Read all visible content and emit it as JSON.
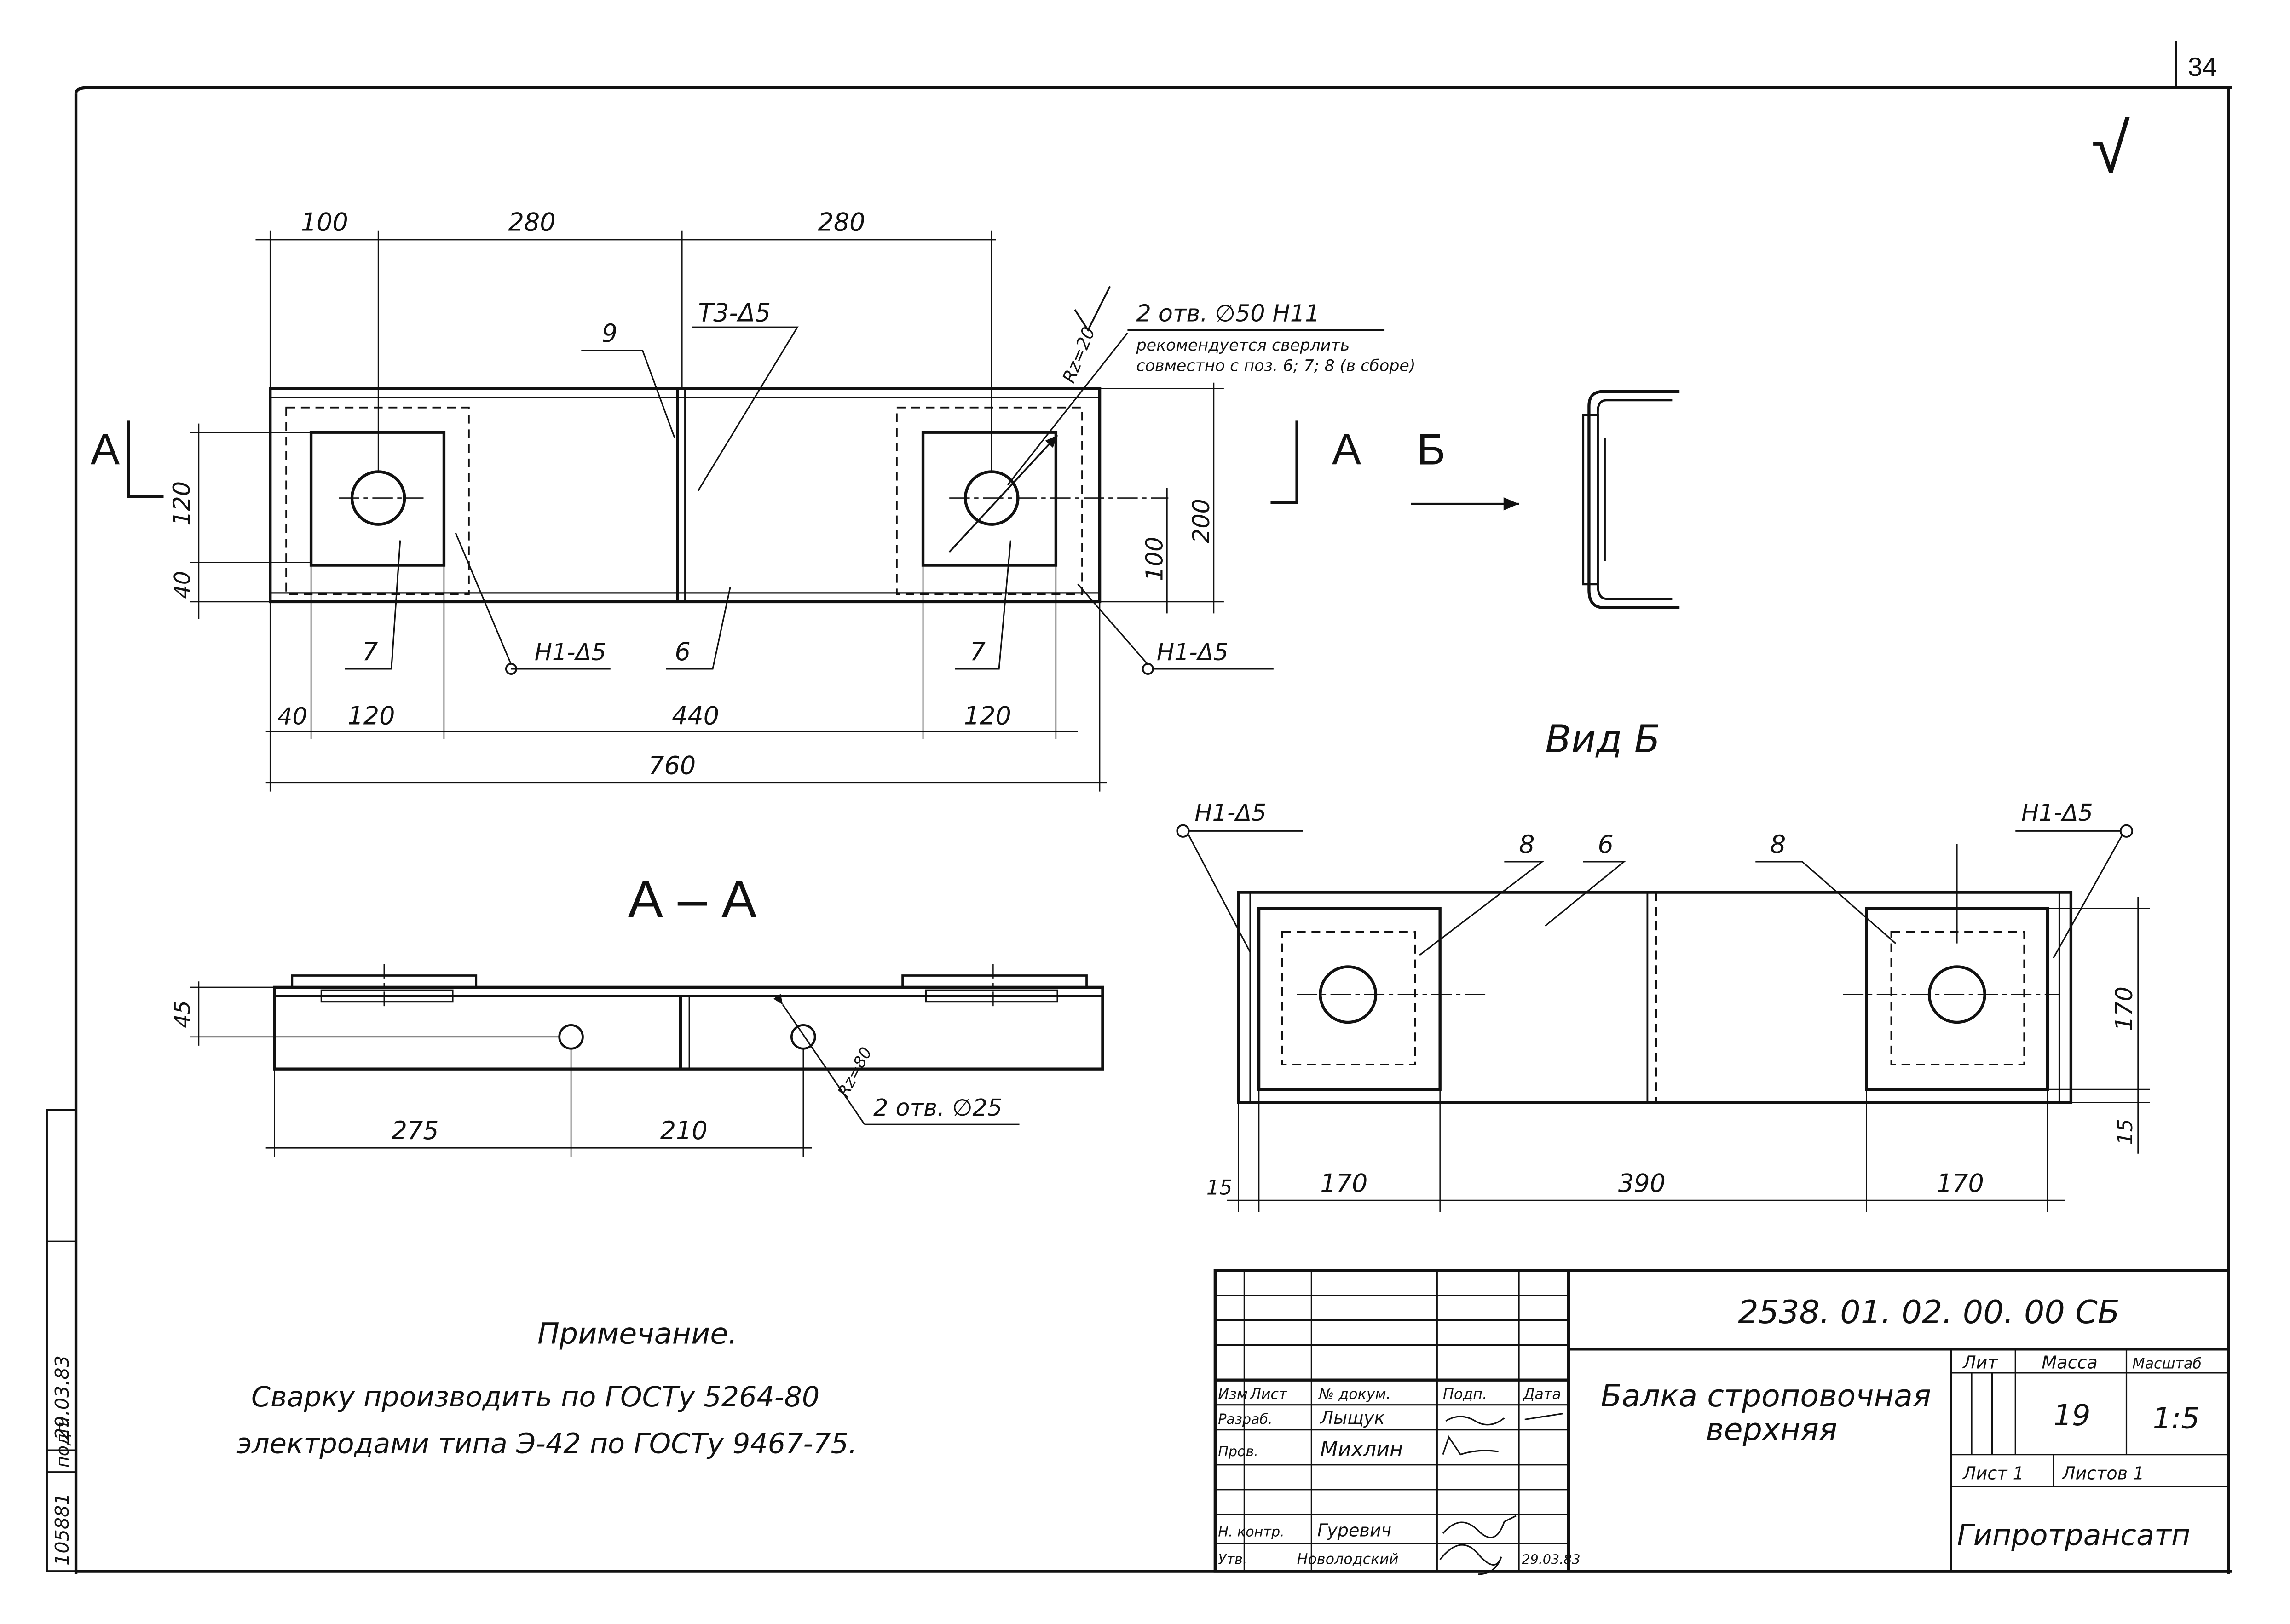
{
  "sheet_number": "34",
  "check_mark": "√",
  "plan_view": {
    "top_dims": [
      "100",
      "280",
      "280"
    ],
    "bottom_dims": [
      "40",
      "120",
      "440",
      "120"
    ],
    "overall": "760",
    "left_dims": [
      "120",
      "40"
    ],
    "right_dims": [
      "200",
      "100"
    ],
    "section_label_left": "A",
    "section_label_right": "A",
    "view_label": "Б",
    "pos_9": "9",
    "weld_t3": "Т3-Δ5",
    "roughness": "Rz=20",
    "hole_note_1": "2 отв. ∅50 Н11",
    "hole_note_2": "рекомендуется сверлить",
    "hole_note_3": "совместно с поз. 6; 7; 8 (в сборе)",
    "pos_7_left": "7",
    "weld_h1_left": "Н1-Δ5",
    "pos_6": "6",
    "pos_7_right": "7",
    "weld_h1_right": "Н1-Δ5"
  },
  "section_aa": {
    "title": "А – А",
    "dim_45": "45",
    "dim_275": "275",
    "dim_210": "210",
    "roughness": "Rz=80",
    "hole_note": "2 отв. ∅25"
  },
  "view_b": {
    "title": "Вид Б",
    "weld_left": "Н1-Δ5",
    "weld_right": "Н1-Δ5",
    "pos_8_left": "8",
    "pos_6": "6",
    "pos_8_right": "8",
    "dim_170_right": "170",
    "dim_15_right": "15",
    "dim_15_left": "15",
    "bottom_dims": [
      "170",
      "390",
      "170"
    ]
  },
  "note": {
    "title": "Примечание.",
    "line1": "Сварку производить по ГОСТу 5264-80",
    "line2": "электродами типа Э-42 по ГОСТу 9467-75."
  },
  "side_stamp": {
    "inv_no": "105881",
    "signature": "подп.",
    "date": "29.03.83"
  },
  "title_block": {
    "doc_code": "2538. 01. 02. 00. 00 СБ",
    "name_line1": "Балка строповочная",
    "name_line2": "верхняя",
    "headers": [
      "Изм",
      "Лист",
      "№ докум.",
      "Подп.",
      "Дата"
    ],
    "lit_label": "Лит",
    "mass_label": "Масса",
    "scale_label": "Масштаб",
    "mass": "19",
    "scale": "1:5",
    "sheet_label": "Лист 1",
    "sheets_label": "Листов 1",
    "org": "Гипротрансатп",
    "roles": {
      "developed": "Разраб.",
      "checked": "Пров.",
      "norm_control": "Н. контр.",
      "approved": "Утв."
    },
    "names": {
      "developed": "Лыщук",
      "checked": "Михлин",
      "norm_control": "Гуревич",
      "approved": "Новолодский"
    },
    "approve_date": "29.03.83"
  }
}
